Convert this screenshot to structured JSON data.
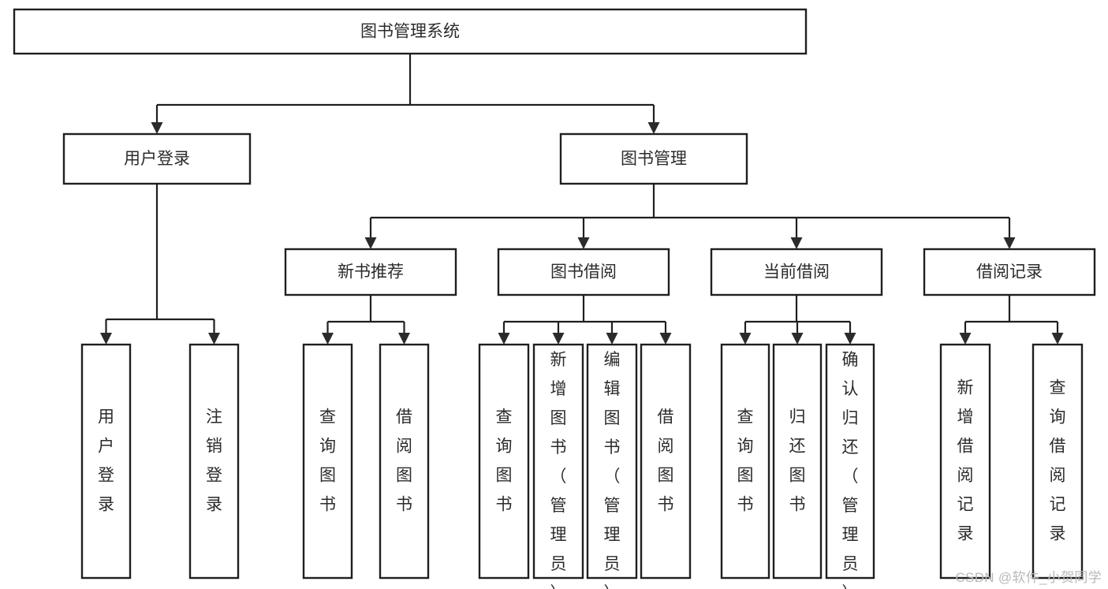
{
  "diagram": {
    "type": "tree-hierarchy",
    "orientation": "top-down",
    "title": "图书管理系统",
    "colors": {
      "box_stroke": "#1f1f1f",
      "box_fill": "#ffffff",
      "text": "#2b2b2b",
      "connector": "#1f1f1f",
      "watermark": "#b9b9b9",
      "background": "#ffffff"
    }
  },
  "nodes": {
    "root": {
      "label": "图书管理系统",
      "orientation": "horizontal"
    },
    "level1": [
      {
        "label": "用户登录",
        "orientation": "horizontal"
      },
      {
        "label": "图书管理",
        "orientation": "horizontal"
      }
    ],
    "level2": [
      {
        "label": "新书推荐",
        "orientation": "horizontal"
      },
      {
        "label": "图书借阅",
        "orientation": "horizontal"
      },
      {
        "label": "当前借阅",
        "orientation": "horizontal"
      },
      {
        "label": "借阅记录",
        "orientation": "horizontal"
      }
    ],
    "leaves": {
      "user_login": [
        {
          "label": "用户登录",
          "orientation": "vertical"
        },
        {
          "label": "注销登录",
          "orientation": "vertical"
        }
      ],
      "new_book_recommend": [
        {
          "label": "查询图书",
          "orientation": "vertical"
        },
        {
          "label": "借阅图书",
          "orientation": "vertical"
        }
      ],
      "book_borrow": [
        {
          "label": "查询图书",
          "orientation": "vertical"
        },
        {
          "label": "新增图书（管理员）",
          "orientation": "vertical"
        },
        {
          "label": "编辑图书（管理员）",
          "orientation": "vertical"
        },
        {
          "label": "借阅图书",
          "orientation": "vertical"
        }
      ],
      "current_borrow": [
        {
          "label": "查询图书",
          "orientation": "vertical"
        },
        {
          "label": "归还图书",
          "orientation": "vertical"
        },
        {
          "label": "确认归还（管理员）",
          "orientation": "vertical"
        }
      ],
      "borrow_record": [
        {
          "label": "新增借阅记录",
          "orientation": "vertical"
        },
        {
          "label": "查询借阅记录",
          "orientation": "vertical"
        }
      ]
    }
  },
  "watermark": {
    "text": "CSDN @软件_小贺同学"
  }
}
